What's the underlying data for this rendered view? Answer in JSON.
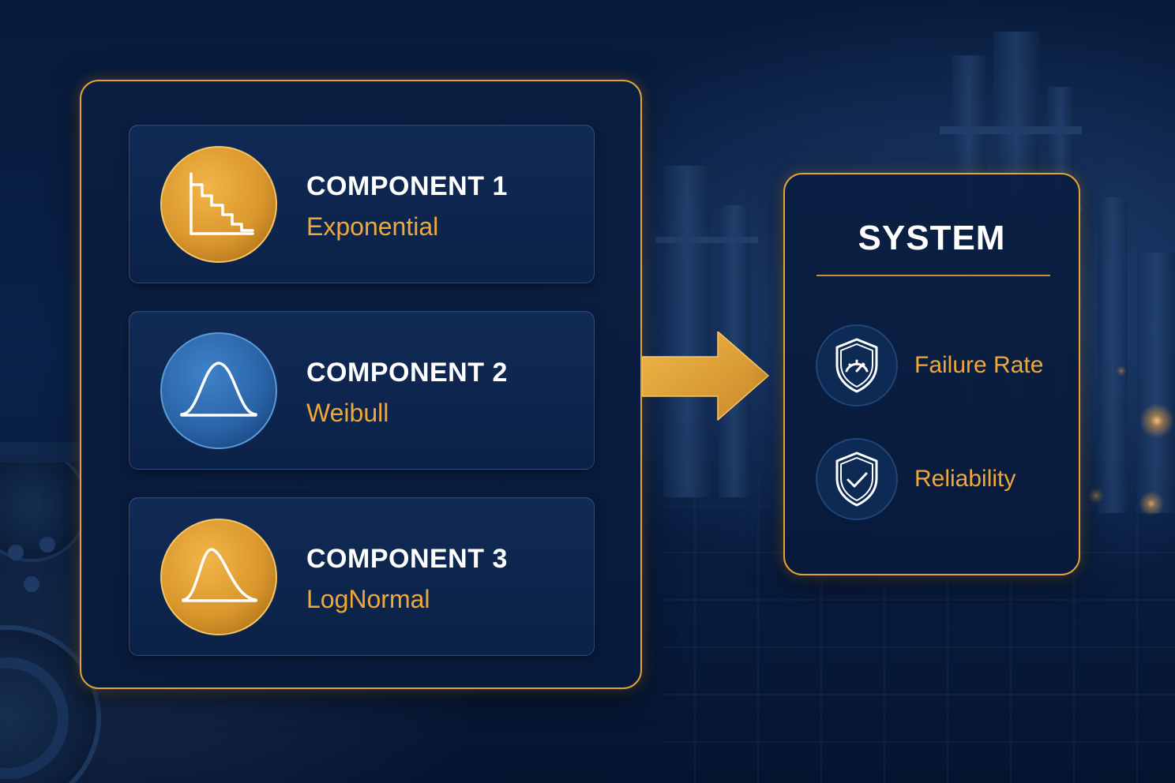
{
  "components": [
    {
      "title": "COMPONENT 1",
      "distribution": "Exponential",
      "icon": "step-decay-chart-icon",
      "icon_color": "#e3a032"
    },
    {
      "title": "COMPONENT 2",
      "distribution": "Weibull",
      "icon": "bell-curve-icon",
      "icon_color": "#2f6db0"
    },
    {
      "title": "COMPONENT 3",
      "distribution": "LogNormal",
      "icon": "skewed-bell-curve-icon",
      "icon_color": "#e3a032"
    }
  ],
  "system": {
    "title": "SYSTEM",
    "metrics": [
      {
        "label": "Failure Rate",
        "icon": "shield-gauge-icon"
      },
      {
        "label": "Reliability",
        "icon": "shield-check-icon"
      }
    ]
  },
  "colors": {
    "accent_gold": "#e2a238",
    "label_orange": "#f0a838",
    "background_navy": "#0a2149",
    "icon_blue": "#2f6db0"
  }
}
